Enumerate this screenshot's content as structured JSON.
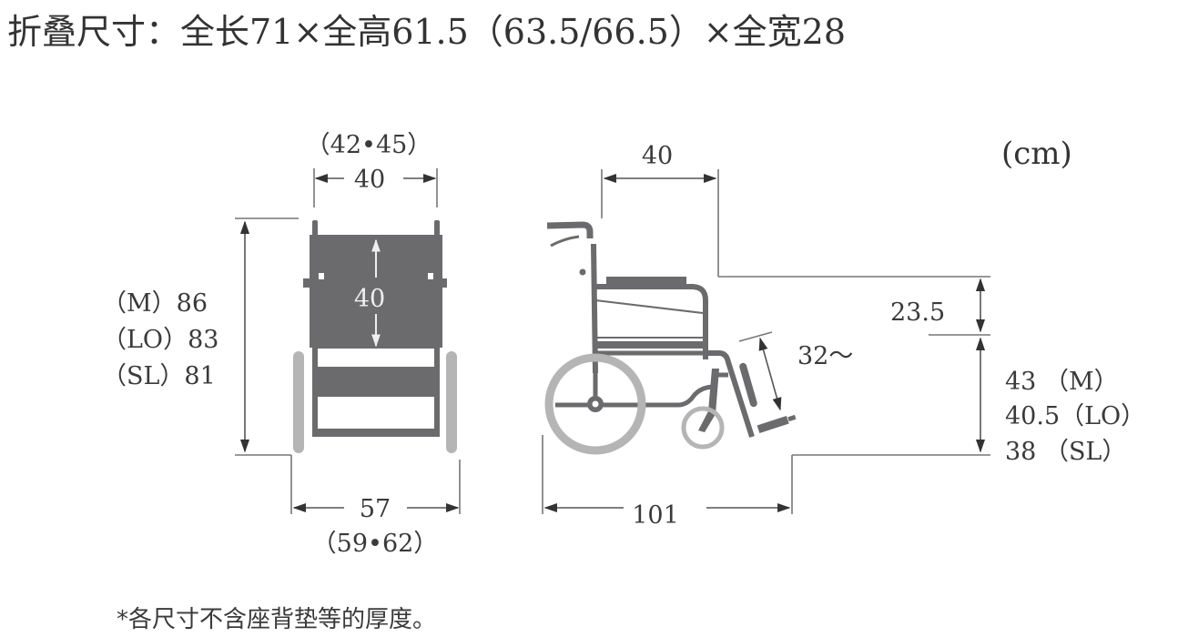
{
  "title": "折叠尺寸：全长71×全高61.5（63.5/66.5）×全宽28",
  "unit": "(cm)",
  "note": "*各尺寸不含座背垫等的厚度。",
  "front_view": {
    "seat_width": "40",
    "seat_width_options": "（42•45）",
    "back_height": "40",
    "overall_height": [
      "（M）86",
      "（LO）83",
      "（SL）81"
    ],
    "overall_width": "57",
    "overall_width_options": "（59•62）"
  },
  "side_view": {
    "seat_depth": "40",
    "armrest_height": "23.5",
    "leg_length": "32～",
    "seat_height": [
      "43  （M）",
      "40.5（LO）",
      "38  （SL）"
    ],
    "overall_length": "101"
  },
  "colors": {
    "frame": "#6b6b6d",
    "wheel": "#b5b5b5",
    "text": "#3a3a3a"
  }
}
